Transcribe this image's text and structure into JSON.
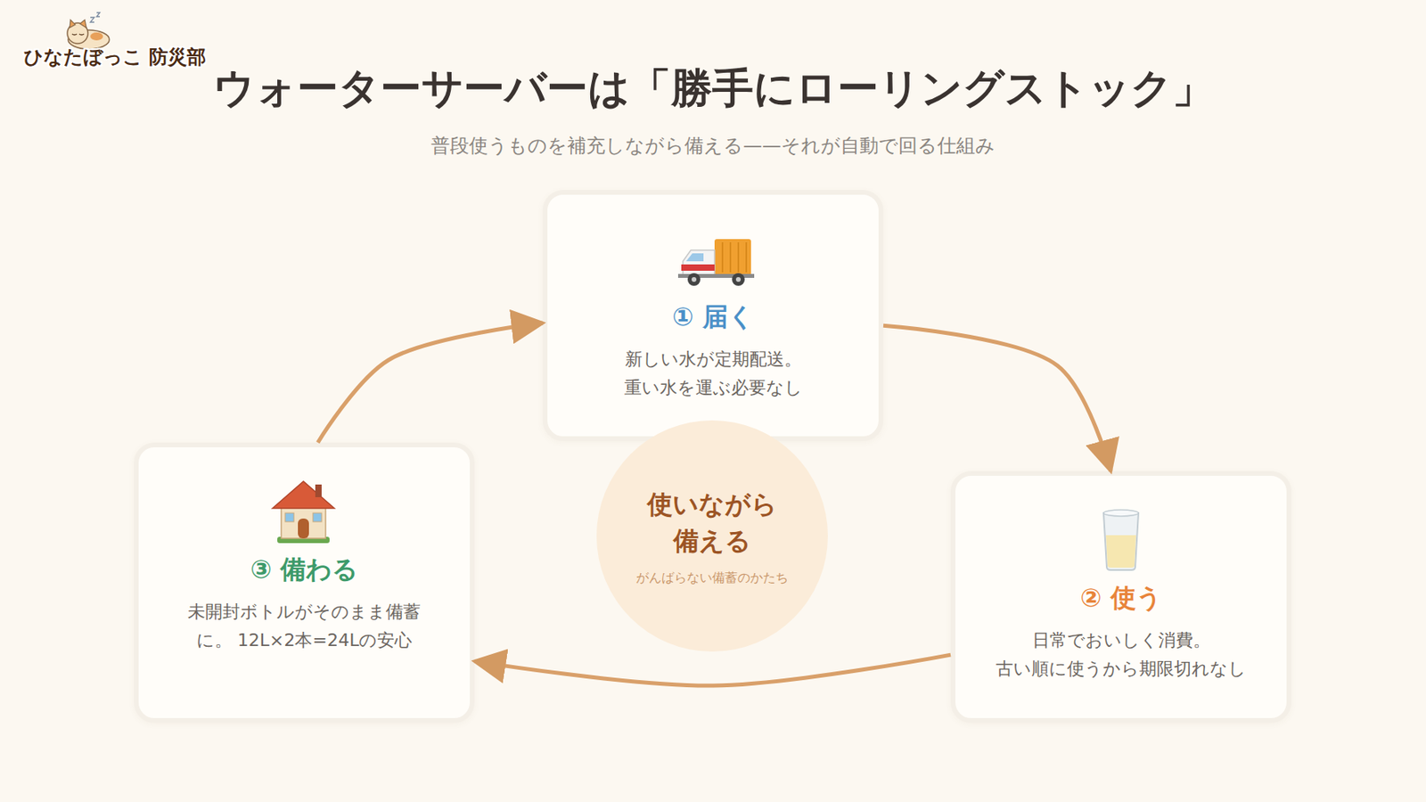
{
  "diagram": {
    "title": "ウォーターサーバーは「勝手にローリングストック」",
    "caption": "普段使うものを補充しながら備える——それが自動で回る仕組み",
    "nodes": [
      {
        "text": [
          "① 届く",
          "新しい水が定期配送。 重い水を運ぶ必要なし"
        ]
      },
      {
        "text": [
          "② 使う",
          "日常でおいしく消費。 古い順に使うから期限切れなし"
        ]
      },
      {
        "text": [
          "③ 備わる",
          "未開封ボトルがそのまま備蓄 に。 12L×2本=24Lの安心"
        ]
      },
      {
        "text": [
          "使いながら 備える",
          "がんばらない備蓄のかたち"
        ]
      }
    ],
    "edges": [
      {
        "from": 0,
        "to": 1,
        "arrow": "to"
      },
      {
        "from": 1,
        "to": 2,
        "arrow": "to"
      },
      {
        "from": 2,
        "to": 0,
        "arrow": "to"
      }
    ],
    "labels": [
      "ひなたぼっこ 防災部"
    ]
  }
}
